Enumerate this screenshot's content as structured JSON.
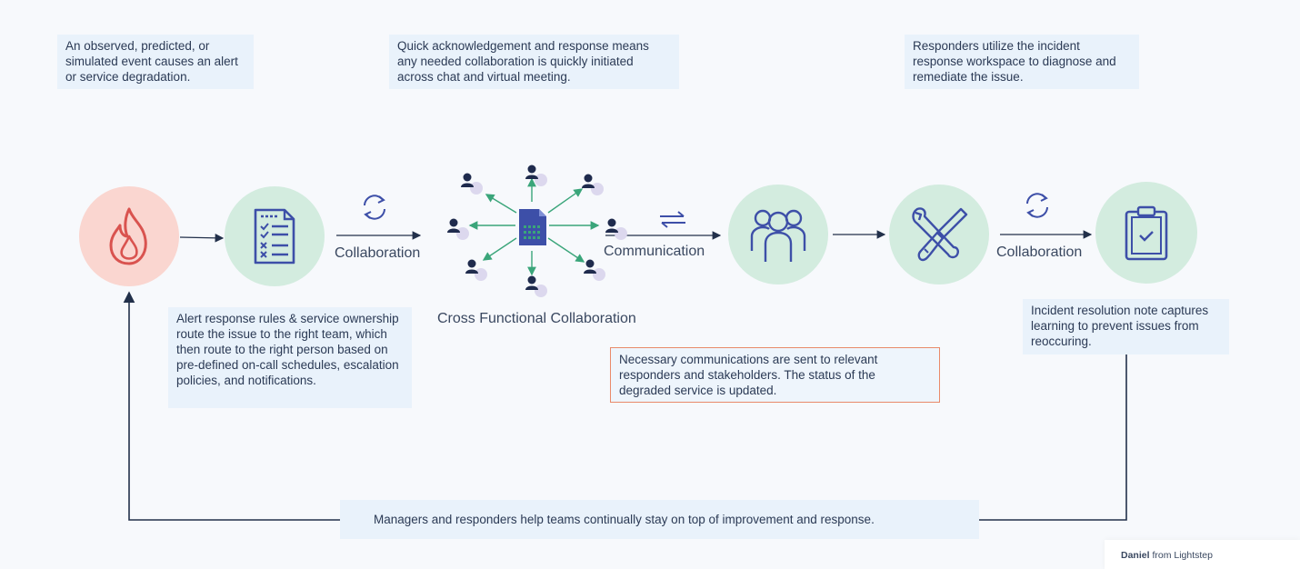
{
  "notes": {
    "observed": "An observed, predicted, or simulated event causes an alert or service degradation.",
    "quick_ack": "Quick acknowledgement and response means any needed collaboration is quickly initiated across chat and virtual meeting.",
    "responders_workspace": "Responders utilize the incident response workspace to diagnose and remediate the issue.",
    "alert_rules": "Alert response rules & service ownership route the issue to the right team, which then route to the right person based on pre-defined on-call schedules, escalation policies, and notifications.",
    "communications": "Necessary communications are sent to relevant responders and stakeholders. The status of the degraded service is updated.",
    "resolution": "Incident resolution note captures learning to prevent issues from reoccuring.",
    "managers": "Managers and responders help teams continually stay on top of improvement and response."
  },
  "labels": {
    "collaboration_1": "Collaboration",
    "communication": "Communication",
    "collaboration_2": "Collaboration",
    "cross_functional": "Cross Functional Collaboration"
  },
  "footer": {
    "name": "Daniel",
    "suffix": "from Lightstep"
  },
  "colors": {
    "green_circle": "#d3ecdf",
    "red_circle": "#fad6d0",
    "icon_blue": "#3d4fa8",
    "fire_red": "#d9534f",
    "hub_arrow": "#3aa57a",
    "note_bg": "#e9f2fb",
    "orange_border": "#e98a6a",
    "line_dark": "#22304a"
  },
  "icons": [
    "fire-icon",
    "checklist-icon",
    "cycle-icon",
    "document-hub-icon",
    "person-icon",
    "exchange-arrows-icon",
    "team-icon",
    "tools-icon",
    "clipboard-check-icon"
  ]
}
